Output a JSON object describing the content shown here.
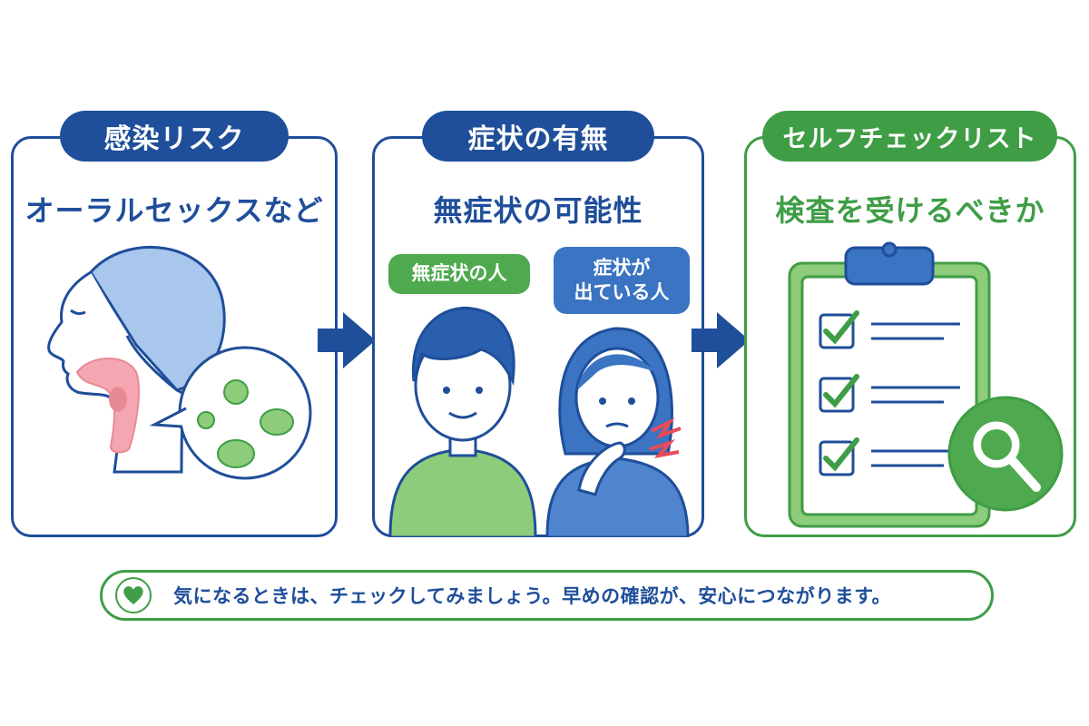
{
  "panels": [
    {
      "tab": "感染リスク",
      "subtitle": "オーラルセックスなど"
    },
    {
      "tab": "症状の有無",
      "subtitle": "無症状の可能性",
      "left_label": "無症状の人",
      "right_label_line1": "症状が",
      "right_label_line2": "出ている人"
    },
    {
      "tab": "セルフチェックリスト",
      "subtitle": "検査を受けるべきか"
    }
  ],
  "message": "気になるときは、チェックしてみましょう。早めの確認が、安心につながります。",
  "colors": {
    "blue": "#1f4e9a",
    "green": "#3f9d46",
    "light_blue": "#a9c6ec",
    "pink": "#e88a95",
    "light_green": "#8dcc7a"
  },
  "icons": [
    "head-profile-icon",
    "germ-bubble-icon",
    "arrow-right-icon",
    "boy-icon",
    "woman-sore-throat-icon",
    "clipboard-checklist-icon",
    "magnifier-icon",
    "heart-icon"
  ]
}
